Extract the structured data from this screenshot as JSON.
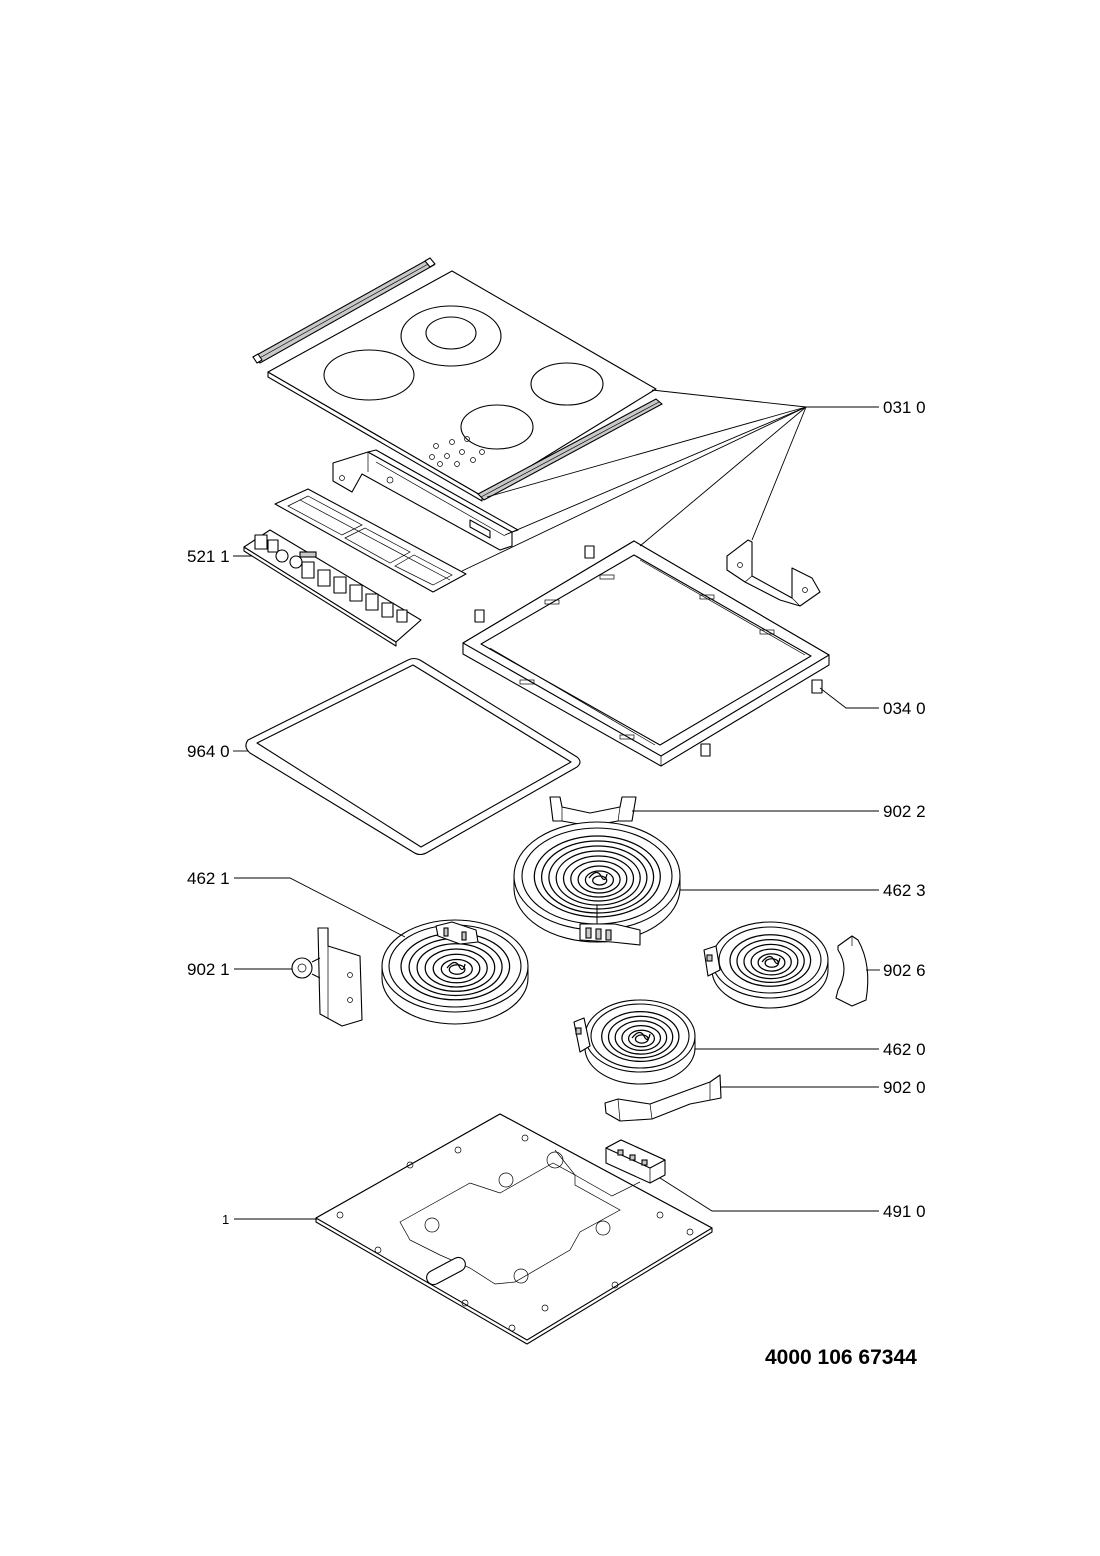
{
  "callouts": [
    {
      "label": "031 0"
    },
    {
      "label": "521 1"
    },
    {
      "label": "034 0"
    },
    {
      "label": "964 0"
    },
    {
      "label": "902 2"
    },
    {
      "label": "462 1"
    },
    {
      "label": "462 3"
    },
    {
      "label": "902 1"
    },
    {
      "label": "902 6"
    },
    {
      "label": "462 0"
    },
    {
      "label": "902 0"
    },
    {
      "label": "491 0"
    },
    {
      "label": "1"
    }
  ],
  "part_number": "4000 106 67344"
}
